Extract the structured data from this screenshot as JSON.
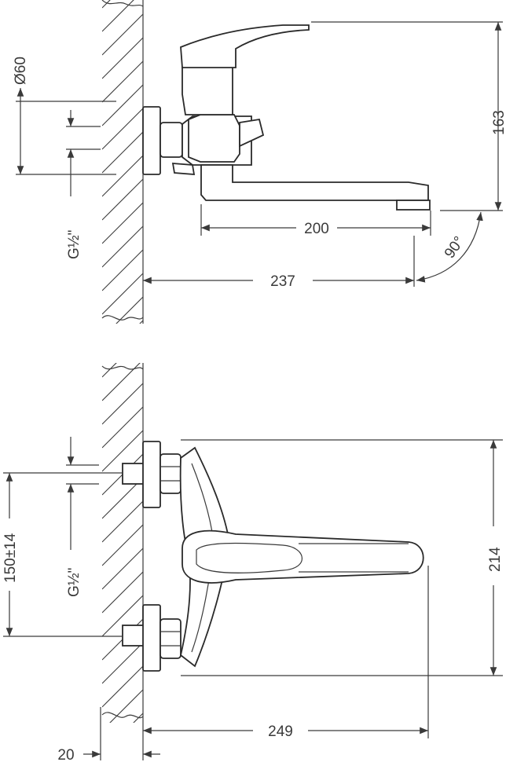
{
  "top_view": {
    "dim_diameter": "Ø60",
    "dim_thread": "G½\"",
    "dim_height": "163",
    "dim_spout_reach": "200",
    "dim_wall_to_spout": "237",
    "dim_angle": "90°"
  },
  "front_view": {
    "dim_thread": "G½\"",
    "dim_center_distance": "150±14",
    "dim_height": "214",
    "dim_total_depth": "249",
    "dim_wall_offset": "20"
  },
  "colors": {
    "line": "#3a3a3a",
    "background": "#ffffff"
  }
}
